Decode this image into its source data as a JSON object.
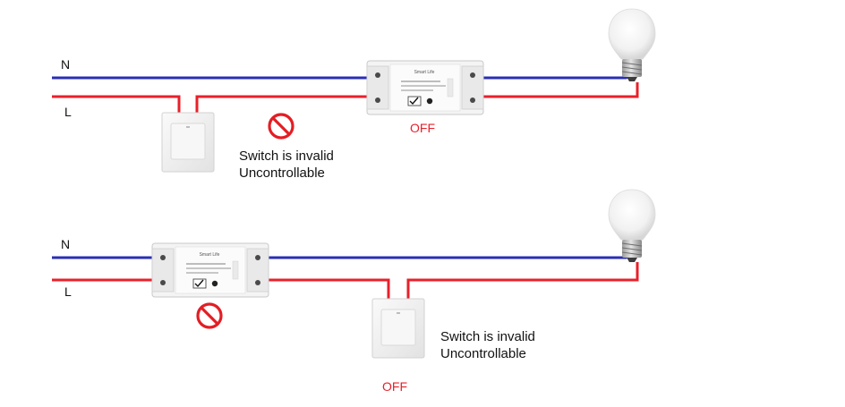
{
  "colors": {
    "neutral_wire": "#2a2fb4",
    "live_wire": "#e8202a",
    "prohibit": "#e31e24",
    "off_text": "#e8202a"
  },
  "top_diagram": {
    "neutral_label": "N",
    "live_label": "L",
    "switch_note_line1": "Switch is invalid",
    "switch_note_line2": "Uncontrollable",
    "off_label": "OFF",
    "relay_brand": "Smart Life"
  },
  "bottom_diagram": {
    "neutral_label": "N",
    "live_label": "L",
    "switch_note_line1": "Switch is invalid",
    "switch_note_line2": "Uncontrollable",
    "off_label": "OFF",
    "relay_brand": "Smart Life"
  }
}
